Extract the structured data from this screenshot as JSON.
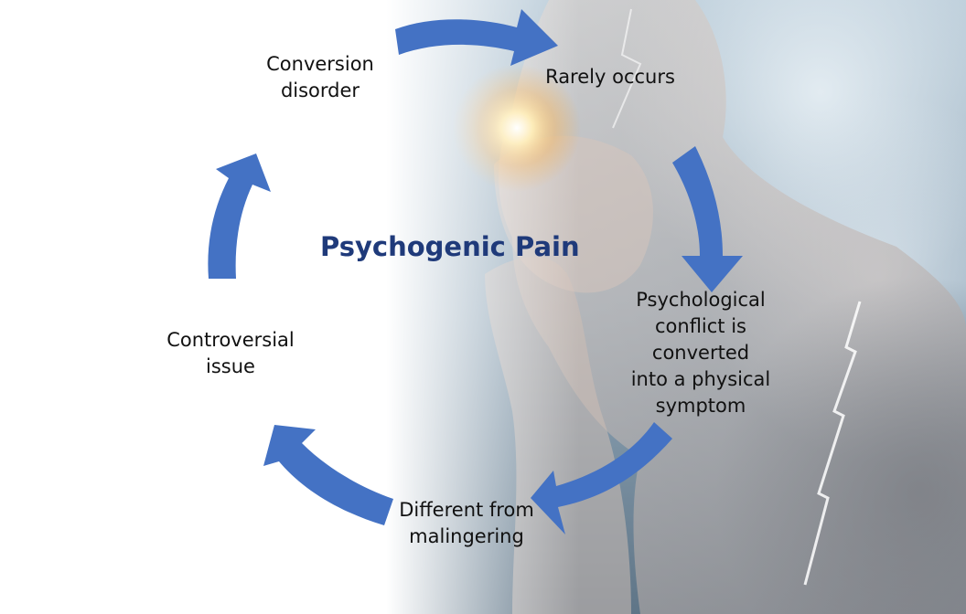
{
  "title": "Psychogenic Pain",
  "nodes": {
    "conversion": [
      "Conversion",
      "disorder"
    ],
    "rarely": [
      "Rarely occurs"
    ],
    "psych": [
      "Psychological",
      "conflict is",
      "converted",
      "into a physical",
      "symptom"
    ],
    "different": [
      "Different from",
      "malingering"
    ],
    "controversial": [
      "Controversial",
      "issue"
    ]
  },
  "colors": {
    "arrow": "#4472c4",
    "title": "#1f3a7a",
    "text": "#111111"
  },
  "background_image": "man-holding-head-storm-clouds"
}
